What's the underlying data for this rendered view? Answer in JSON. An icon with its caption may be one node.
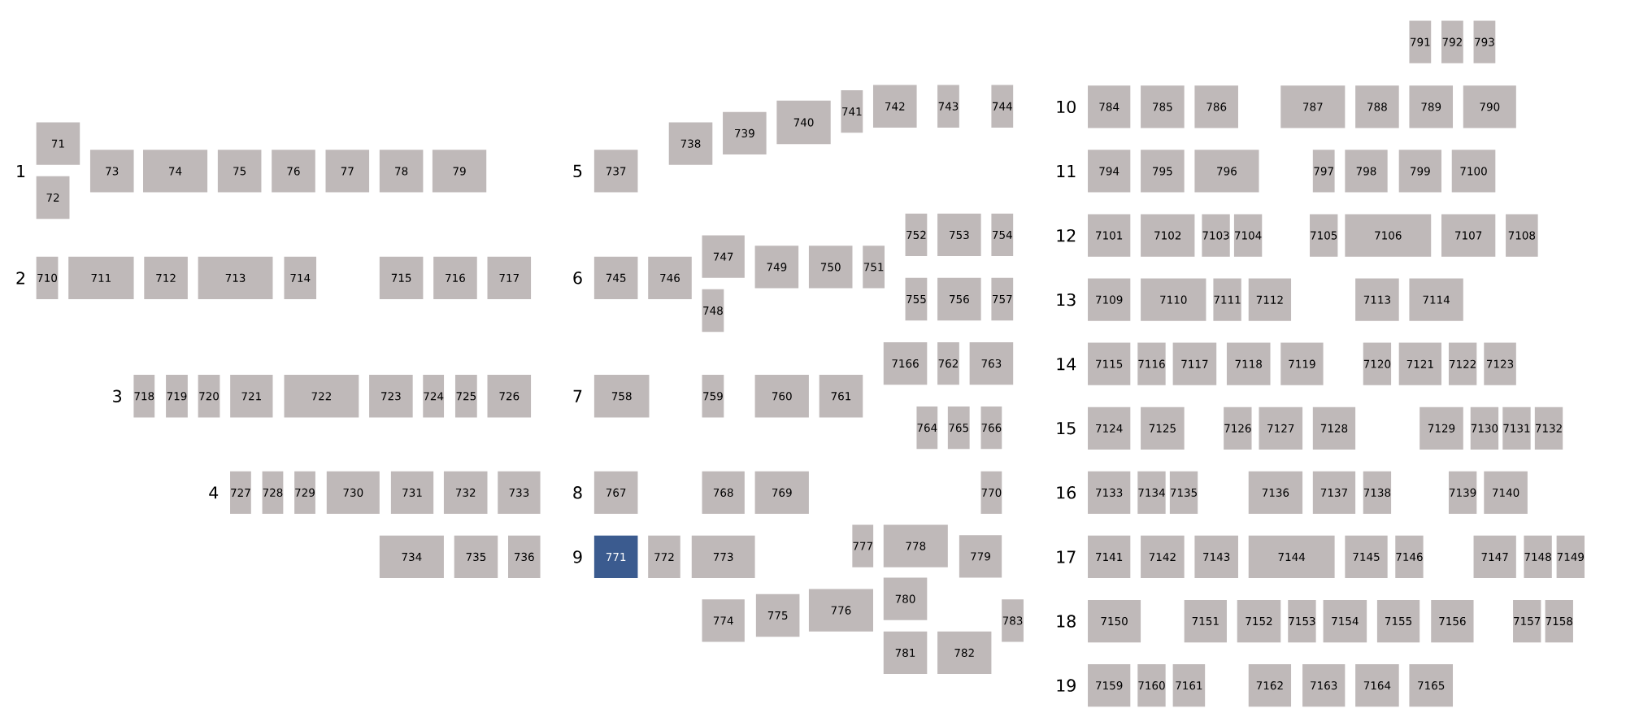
{
  "diagram": {
    "nodes": [
      {
        "text": [
          "71"
        ]
      },
      {
        "text": [
          "72"
        ]
      },
      {
        "text": [
          "73"
        ]
      },
      {
        "text": [
          "74"
        ]
      },
      {
        "text": [
          "75"
        ]
      },
      {
        "text": [
          "76"
        ]
      },
      {
        "text": [
          "77"
        ]
      },
      {
        "text": [
          "78"
        ]
      },
      {
        "text": [
          "79"
        ]
      },
      {
        "text": [
          "710"
        ]
      },
      {
        "text": [
          "711"
        ]
      },
      {
        "text": [
          "712"
        ]
      },
      {
        "text": [
          "713"
        ]
      },
      {
        "text": [
          "714"
        ]
      },
      {
        "text": [
          "715"
        ]
      },
      {
        "text": [
          "716"
        ]
      },
      {
        "text": [
          "717"
        ]
      },
      {
        "text": [
          "718"
        ]
      },
      {
        "text": [
          "719"
        ]
      },
      {
        "text": [
          "720"
        ]
      },
      {
        "text": [
          "721"
        ]
      },
      {
        "text": [
          "722"
        ]
      },
      {
        "text": [
          "723"
        ]
      },
      {
        "text": [
          "724"
        ]
      },
      {
        "text": [
          "725"
        ]
      },
      {
        "text": [
          "726"
        ]
      },
      {
        "text": [
          "727"
        ]
      },
      {
        "text": [
          "728"
        ]
      },
      {
        "text": [
          "729"
        ]
      },
      {
        "text": [
          "730"
        ]
      },
      {
        "text": [
          "731"
        ]
      },
      {
        "text": [
          "732"
        ]
      },
      {
        "text": [
          "733"
        ]
      },
      {
        "text": [
          "734"
        ]
      },
      {
        "text": [
          "735"
        ]
      },
      {
        "text": [
          "736"
        ]
      },
      {
        "text": [
          "737"
        ]
      },
      {
        "text": [
          "738"
        ]
      },
      {
        "text": [
          "739"
        ]
      },
      {
        "text": [
          "740"
        ]
      },
      {
        "text": [
          "741"
        ]
      },
      {
        "text": [
          "742"
        ]
      },
      {
        "text": [
          "743"
        ]
      },
      {
        "text": [
          "744"
        ]
      },
      {
        "text": [
          "745"
        ]
      },
      {
        "text": [
          "746"
        ]
      },
      {
        "text": [
          "747"
        ]
      },
      {
        "text": [
          "748"
        ]
      },
      {
        "text": [
          "749"
        ]
      },
      {
        "text": [
          "750"
        ]
      },
      {
        "text": [
          "751"
        ]
      },
      {
        "text": [
          "752"
        ]
      },
      {
        "text": [
          "753"
        ]
      },
      {
        "text": [
          "754"
        ]
      },
      {
        "text": [
          "755"
        ]
      },
      {
        "text": [
          "756"
        ]
      },
      {
        "text": [
          "757"
        ]
      },
      {
        "text": [
          "7166"
        ]
      },
      {
        "text": [
          "762"
        ]
      },
      {
        "text": [
          "763"
        ]
      },
      {
        "text": [
          "758"
        ]
      },
      {
        "text": [
          "759"
        ]
      },
      {
        "text": [
          "760"
        ]
      },
      {
        "text": [
          "761"
        ]
      },
      {
        "text": [
          "764"
        ]
      },
      {
        "text": [
          "765"
        ]
      },
      {
        "text": [
          "766"
        ]
      },
      {
        "text": [
          "767"
        ]
      },
      {
        "text": [
          "768"
        ]
      },
      {
        "text": [
          "769"
        ]
      },
      {
        "text": [
          "770"
        ]
      },
      {
        "text": [
          "771"
        ]
      },
      {
        "text": [
          "772"
        ]
      },
      {
        "text": [
          "773"
        ]
      },
      {
        "text": [
          "777"
        ]
      },
      {
        "text": [
          "778"
        ]
      },
      {
        "text": [
          "779"
        ]
      },
      {
        "text": [
          "774"
        ]
      },
      {
        "text": [
          "775"
        ]
      },
      {
        "text": [
          "776"
        ]
      },
      {
        "text": [
          "780"
        ]
      },
      {
        "text": [
          "783"
        ]
      },
      {
        "text": [
          "781"
        ]
      },
      {
        "text": [
          "782"
        ]
      },
      {
        "text": [
          "791"
        ]
      },
      {
        "text": [
          "792"
        ]
      },
      {
        "text": [
          "793"
        ]
      },
      {
        "text": [
          "784"
        ]
      },
      {
        "text": [
          "785"
        ]
      },
      {
        "text": [
          "786"
        ]
      },
      {
        "text": [
          "787"
        ]
      },
      {
        "text": [
          "788"
        ]
      },
      {
        "text": [
          "789"
        ]
      },
      {
        "text": [
          "790"
        ]
      },
      {
        "text": [
          "794"
        ]
      },
      {
        "text": [
          "795"
        ]
      },
      {
        "text": [
          "796"
        ]
      },
      {
        "text": [
          "797"
        ]
      },
      {
        "text": [
          "798"
        ]
      },
      {
        "text": [
          "799"
        ]
      },
      {
        "text": [
          "7100"
        ]
      },
      {
        "text": [
          "7101"
        ]
      },
      {
        "text": [
          "7102"
        ]
      },
      {
        "text": [
          "7103"
        ]
      },
      {
        "text": [
          "7104"
        ]
      },
      {
        "text": [
          "7105"
        ]
      },
      {
        "text": [
          "7106"
        ]
      },
      {
        "text": [
          "7107"
        ]
      },
      {
        "text": [
          "7108"
        ]
      },
      {
        "text": [
          "7109"
        ]
      },
      {
        "text": [
          "7110"
        ]
      },
      {
        "text": [
          "7111"
        ]
      },
      {
        "text": [
          "7112"
        ]
      },
      {
        "text": [
          "7113"
        ]
      },
      {
        "text": [
          "7114"
        ]
      },
      {
        "text": [
          "7115"
        ]
      },
      {
        "text": [
          "7116"
        ]
      },
      {
        "text": [
          "7117"
        ]
      },
      {
        "text": [
          "7118"
        ]
      },
      {
        "text": [
          "7119"
        ]
      },
      {
        "text": [
          "7120"
        ]
      },
      {
        "text": [
          "7121"
        ]
      },
      {
        "text": [
          "7122"
        ]
      },
      {
        "text": [
          "7123"
        ]
      },
      {
        "text": [
          "7124"
        ]
      },
      {
        "text": [
          "7125"
        ]
      },
      {
        "text": [
          "7126"
        ]
      },
      {
        "text": [
          "7127"
        ]
      },
      {
        "text": [
          "7128"
        ]
      },
      {
        "text": [
          "7129"
        ]
      },
      {
        "text": [
          "7130"
        ]
      },
      {
        "text": [
          "7131"
        ]
      },
      {
        "text": [
          "7132"
        ]
      },
      {
        "text": [
          "7133"
        ]
      },
      {
        "text": [
          "7134"
        ]
      },
      {
        "text": [
          "7135"
        ]
      },
      {
        "text": [
          "7136"
        ]
      },
      {
        "text": [
          "7137"
        ]
      },
      {
        "text": [
          "7138"
        ]
      },
      {
        "text": [
          "7139"
        ]
      },
      {
        "text": [
          "7140"
        ]
      },
      {
        "text": [
          "7141"
        ]
      },
      {
        "text": [
          "7142"
        ]
      },
      {
        "text": [
          "7143"
        ]
      },
      {
        "text": [
          "7144"
        ]
      },
      {
        "text": [
          "7145"
        ]
      },
      {
        "text": [
          "7146"
        ]
      },
      {
        "text": [
          "7147"
        ]
      },
      {
        "text": [
          "7148"
        ]
      },
      {
        "text": [
          "7149"
        ]
      },
      {
        "text": [
          "7150"
        ]
      },
      {
        "text": [
          "7151"
        ]
      },
      {
        "text": [
          "7152"
        ]
      },
      {
        "text": [
          "7153"
        ]
      },
      {
        "text": [
          "7154"
        ]
      },
      {
        "text": [
          "7155"
        ]
      },
      {
        "text": [
          "7156"
        ]
      },
      {
        "text": [
          "7157"
        ]
      },
      {
        "text": [
          "7158"
        ]
      },
      {
        "text": [
          "7159"
        ]
      },
      {
        "text": [
          "7160"
        ]
      },
      {
        "text": [
          "7161"
        ]
      },
      {
        "text": [
          "7162"
        ]
      },
      {
        "text": [
          "7163"
        ]
      },
      {
        "text": [
          "7164"
        ]
      },
      {
        "text": [
          "7165"
        ]
      }
    ],
    "labels": [
      "1",
      "2",
      "3",
      "4",
      "5",
      "6",
      "7",
      "8",
      "9",
      "10",
      "11",
      "12",
      "13",
      "14",
      "15",
      "16",
      "17",
      "18",
      "19"
    ]
  }
}
